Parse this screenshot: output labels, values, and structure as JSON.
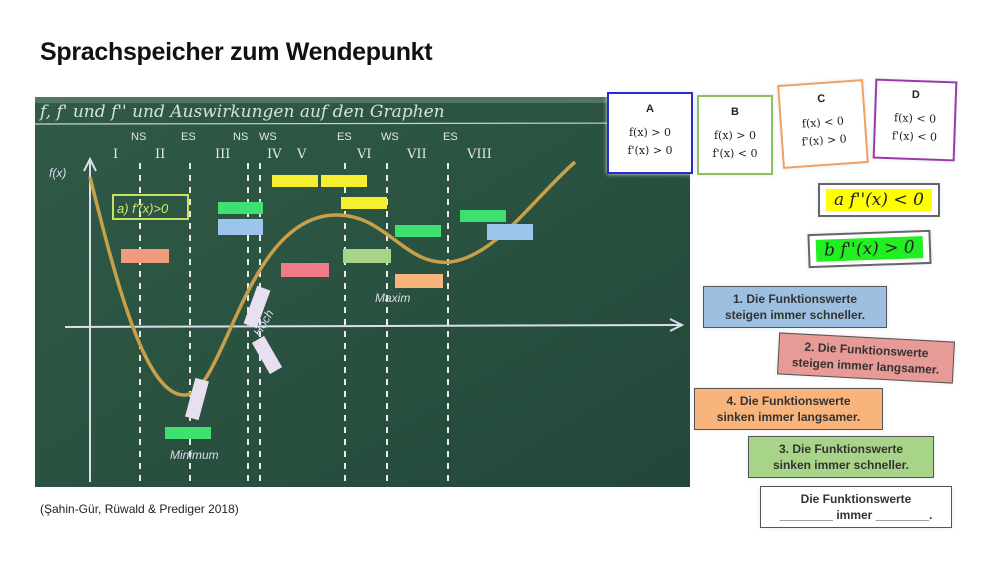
{
  "title": "Sprachspeicher zum Wendepunkt",
  "citation": "(Şahin-Gür, Rüwald & Prediger 2018)",
  "board": {
    "heading": "f, f' und f'' und Auswirkungen auf den Graphen",
    "axis_label": "f(x)",
    "regions": [
      "I",
      "II",
      "III",
      "IV",
      "V",
      "VI",
      "VII",
      "VIII"
    ],
    "point_labels": [
      "NS",
      "ES",
      "NS",
      "WS",
      "ES",
      "WS",
      "ES"
    ],
    "boxed_note": "a) f'(x)>0",
    "chalk_words": [
      "Minimum",
      "Maxim",
      "Hoch"
    ]
  },
  "cards": [
    {
      "letter": "A",
      "line1": "f(x) > 0",
      "line2": "f'(x) > 0",
      "color": "#2a2ad0"
    },
    {
      "letter": "B",
      "line1": "f(x) > 0",
      "line2": "f'(x) < 0",
      "color": "#8dc060"
    },
    {
      "letter": "C",
      "line1": "f(x) < 0",
      "line2": "f'(x) > 0",
      "color": "#f0a060"
    },
    {
      "letter": "D",
      "line1": "f(x) < 0",
      "line2": "f'(x) < 0",
      "color": "#9a3aa8"
    }
  ],
  "second_derivative": [
    {
      "label": "a f''(x) < 0",
      "color": "#ffff00"
    },
    {
      "label": "b f''(x) > 0",
      "color": "#22ee22"
    }
  ],
  "strips": [
    {
      "line1": "1. Die Funktionswerte",
      "line2": "steigen immer schneller.",
      "color": "#9dbfe0"
    },
    {
      "line1": "2. Die Funktionswerte",
      "line2": "steigen immer langsamer.",
      "color": "#e89a96"
    },
    {
      "line1": "4. Die Funktionswerte",
      "line2": "sinken immer langsamer.",
      "color": "#f8b47a"
    },
    {
      "line1": "3. Die Funktionswerte",
      "line2": "sinken immer schneller.",
      "color": "#a8d48a"
    },
    {
      "line1": "Die Funktionswerte",
      "line2": "________ immer ________.",
      "color": "#ffffff"
    }
  ]
}
